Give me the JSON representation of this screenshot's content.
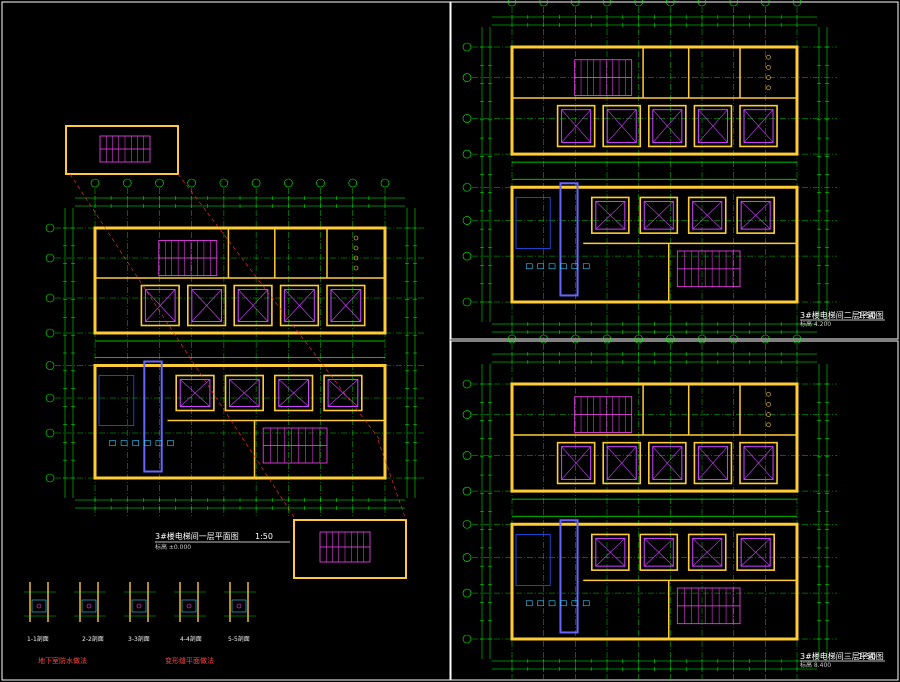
{
  "drawing": {
    "background": "#000000",
    "colors": {
      "grid": "#00ff00",
      "wall": "#ffcc33",
      "stair": "#ff44ff",
      "equipment": "#cc44ff",
      "highlight": "#6666ff",
      "panel_border": "#ffffff",
      "leader": "#ff3333",
      "text": "#ffffff"
    },
    "plans": [
      {
        "title": "3#楼电梯间一层平面图",
        "scale": "1:50",
        "sub": "标高 ±0.000"
      },
      {
        "title": "3#楼电梯间二层平面图",
        "scale": "1:50",
        "sub": "标高 4.200"
      },
      {
        "title": "3#楼电梯间三层平面图",
        "scale": "1:50",
        "sub": "标高 8.400"
      }
    ],
    "details": {
      "group_a_caption": "地下室防水做法",
      "group_b_caption": "变形缝平面做法",
      "labels": [
        "1-1剖面",
        "2-2剖面",
        "3-3剖面",
        "4-4剖面",
        "5-5剖面"
      ]
    }
  }
}
